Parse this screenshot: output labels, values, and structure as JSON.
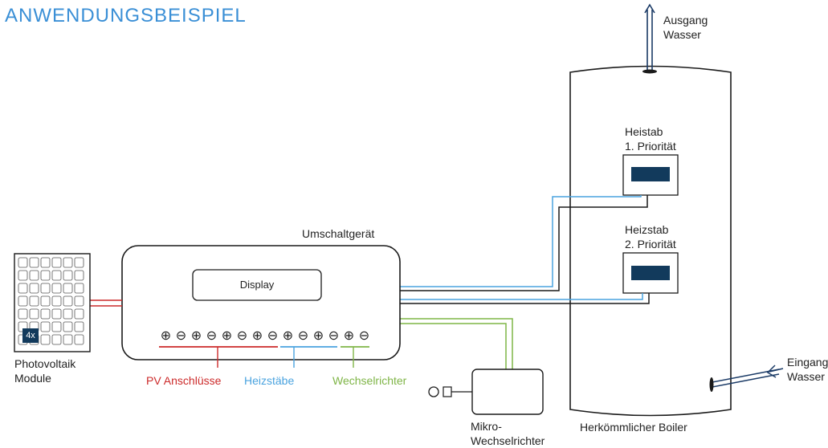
{
  "title": "ANWENDUNGSBEISPIEL",
  "labels": {
    "outlet_water": [
      "Ausgang",
      "Wasser"
    ],
    "inlet_water": [
      "Eingang",
      "Wasser"
    ],
    "heater1": [
      "Heistab",
      "1. Priorität"
    ],
    "heater2": [
      "Heizstab",
      "2. Priorität"
    ],
    "switch_device": "Umschaltgerät",
    "display": "Display",
    "pv_modules": [
      "Photovoltaik",
      "Module"
    ],
    "pv_count": "4x",
    "pv_ports": "PV Anschlüsse",
    "heater_ports": "Heizstäbe",
    "inverter_ports": "Wechselrichter",
    "micro_inverter": [
      "Mikro-",
      "Wechselrichter"
    ],
    "boiler": "Herkömmlicher Boiler"
  },
  "terminals": [
    "⊕",
    "⊖",
    "⊕",
    "⊖",
    "⊕",
    "⊖",
    "⊕",
    "⊖",
    "⊕",
    "⊖",
    "⊕",
    "⊖",
    "⊕",
    "⊖"
  ],
  "colors": {
    "title": "#3a8fd6",
    "pv_red": "#cc2a2a",
    "heater_blue": "#4aa3df",
    "inverter_green": "#7fb547",
    "dark": "#1a1a1a",
    "heater_fill": "#123a5c"
  }
}
